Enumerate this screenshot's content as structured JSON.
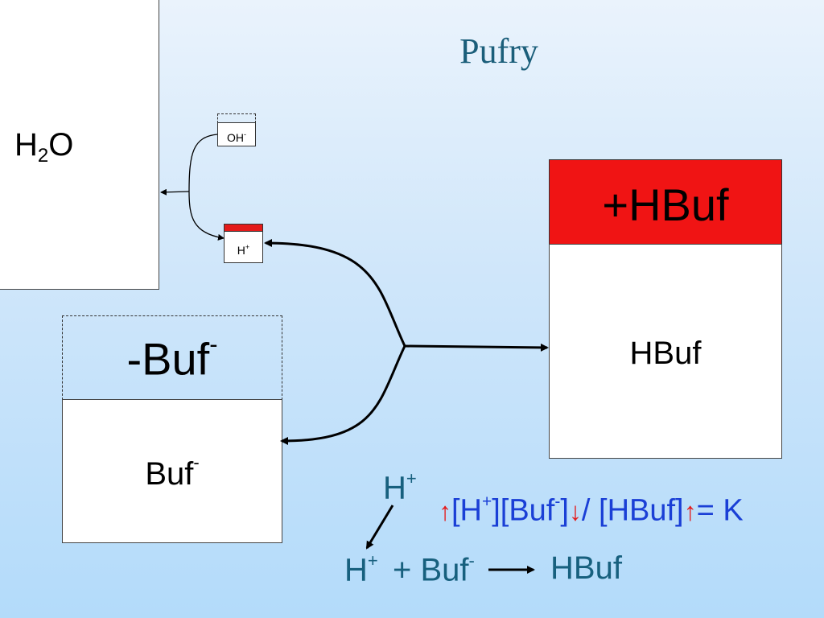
{
  "title": "Pufry",
  "h2o": {
    "main": "H",
    "sub": "2",
    "tail": "O"
  },
  "oh": {
    "base": "OH",
    "charge": "-"
  },
  "h_small": {
    "base": "H",
    "charge": "+"
  },
  "buf_dashed": {
    "base": "-Buf",
    "charge": "-"
  },
  "buf_box": {
    "base": "Buf",
    "charge": "-"
  },
  "hbuf_red": "+HBuf",
  "hbuf_box": "HBuf",
  "equation": {
    "h_plus": {
      "base": "H",
      "charge": "+"
    },
    "k_expression": {
      "p1": "[H",
      "p1_charge": "+",
      "p2": "][Buf",
      "p2_charge": "-",
      "p3": "]",
      "p4": "/ [HBuf]",
      "p5": "= K"
    },
    "reaction": {
      "h": "H",
      "h_charge": "+",
      "plus": "+ Buf",
      "buf_charge": "-",
      "product": "HBuf"
    }
  },
  "colors": {
    "red_fill": "#f01414",
    "title_color": "#1b5e7a",
    "equation_blue": "#1a3fd6",
    "reaction_teal": "#17607e",
    "arrow_up_down": "#e41a1a"
  }
}
